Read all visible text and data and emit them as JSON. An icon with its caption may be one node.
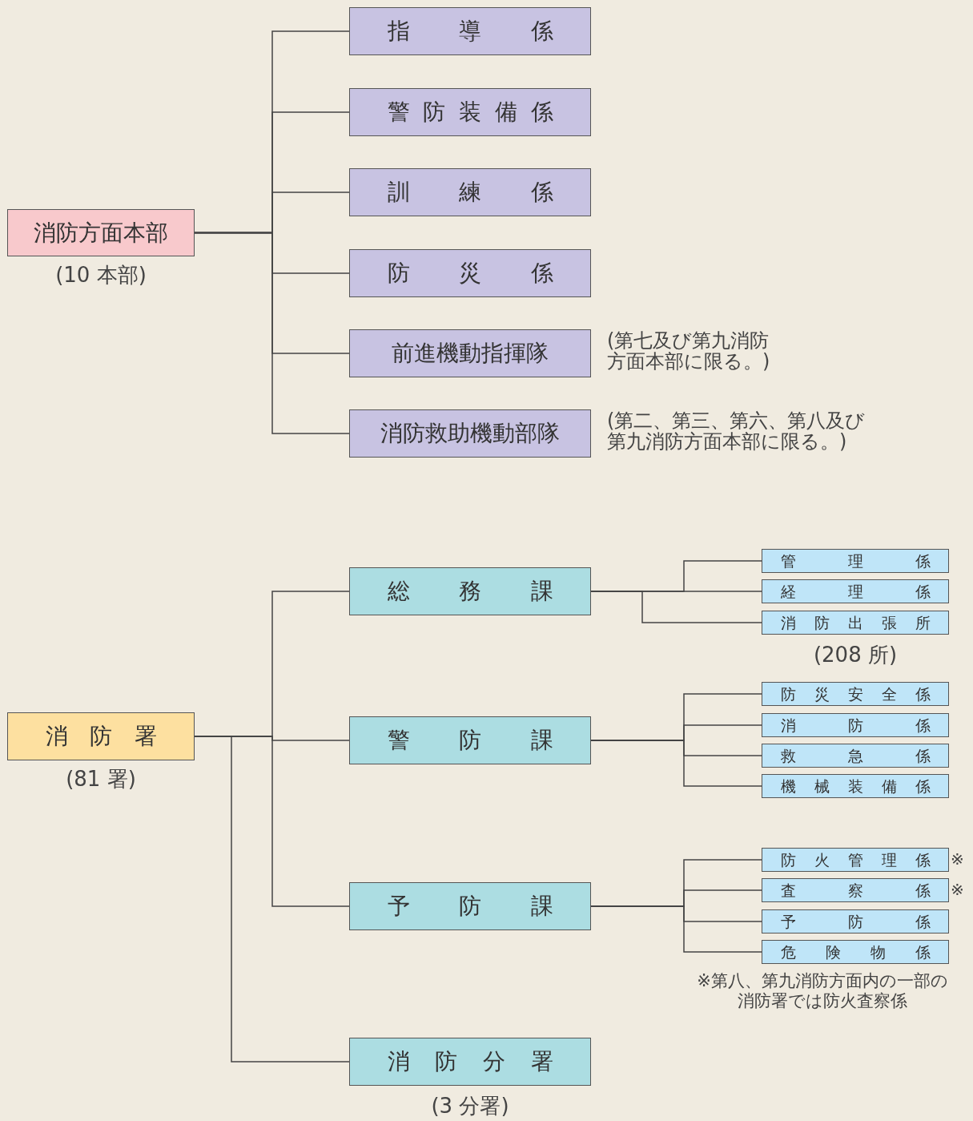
{
  "diagram": {
    "nodes": [
      {
        "text": [
          "消防方面本部"
        ],
        "beside": [
          "(10 本部)"
        ]
      },
      {
        "text": [
          "指導係"
        ]
      },
      {
        "text": [
          "警防装備係"
        ]
      },
      {
        "text": [
          "訓練係"
        ]
      },
      {
        "text": [
          "防災係"
        ]
      },
      {
        "text": [
          "前進機動指揮隊"
        ],
        "beside": [
          "(第七及び第九消防方面本部に限る。)"
        ]
      },
      {
        "text": [
          "消防救助機動部隊"
        ],
        "beside": [
          "(第二、第三、第六、第八及び第九消防方面本部に限る。)"
        ]
      },
      {
        "text": [
          "消防署"
        ],
        "beside": [
          "(81 署)"
        ]
      },
      {
        "text": [
          "総務課"
        ]
      },
      {
        "text": [
          "管理係"
        ]
      },
      {
        "text": [
          "経理係"
        ]
      },
      {
        "text": [
          "消防出張所"
        ],
        "beside": [
          "(208 所)"
        ]
      },
      {
        "text": [
          "警防課"
        ]
      },
      {
        "text": [
          "防災安全係"
        ]
      },
      {
        "text": [
          "消防係"
        ]
      },
      {
        "text": [
          "救急係"
        ]
      },
      {
        "text": [
          "機械装備係"
        ]
      },
      {
        "text": [
          "予防課"
        ]
      },
      {
        "text": [
          "防火管理係"
        ],
        "beside": [
          "※"
        ]
      },
      {
        "text": [
          "査察係"
        ],
        "beside": [
          "※"
        ]
      },
      {
        "text": [
          "予防係"
        ]
      },
      {
        "text": [
          "危険物係"
        ]
      },
      {
        "text": [
          "消防分署"
        ],
        "beside": [
          "(3 分署)"
        ]
      }
    ],
    "edges": [
      {
        "from": 0,
        "to": 1,
        "arrow": "none"
      },
      {
        "from": 0,
        "to": 2,
        "arrow": "none"
      },
      {
        "from": 0,
        "to": 3,
        "arrow": "none"
      },
      {
        "from": 0,
        "to": 4,
        "arrow": "none"
      },
      {
        "from": 0,
        "to": 5,
        "arrow": "none"
      },
      {
        "from": 0,
        "to": 6,
        "arrow": "none"
      },
      {
        "from": 7,
        "to": 8,
        "arrow": "none"
      },
      {
        "from": 7,
        "to": 12,
        "arrow": "none"
      },
      {
        "from": 7,
        "to": 17,
        "arrow": "none"
      },
      {
        "from": 7,
        "to": 22,
        "arrow": "none"
      },
      {
        "from": 8,
        "to": 9,
        "arrow": "none"
      },
      {
        "from": 8,
        "to": 10,
        "arrow": "none"
      },
      {
        "from": 8,
        "to": 11,
        "arrow": "none"
      },
      {
        "from": 12,
        "to": 13,
        "arrow": "none"
      },
      {
        "from": 12,
        "to": 14,
        "arrow": "none"
      },
      {
        "from": 12,
        "to": 15,
        "arrow": "none"
      },
      {
        "from": 12,
        "to": 16,
        "arrow": "none"
      },
      {
        "from": 17,
        "to": 18,
        "arrow": "none"
      },
      {
        "from": 17,
        "to": 19,
        "arrow": "none"
      },
      {
        "from": 17,
        "to": 20,
        "arrow": "none"
      },
      {
        "from": 17,
        "to": 21,
        "arrow": "none"
      }
    ],
    "labels": [
      "※第八、第九消防方面内の一部の消防署では防火査察係"
    ]
  }
}
